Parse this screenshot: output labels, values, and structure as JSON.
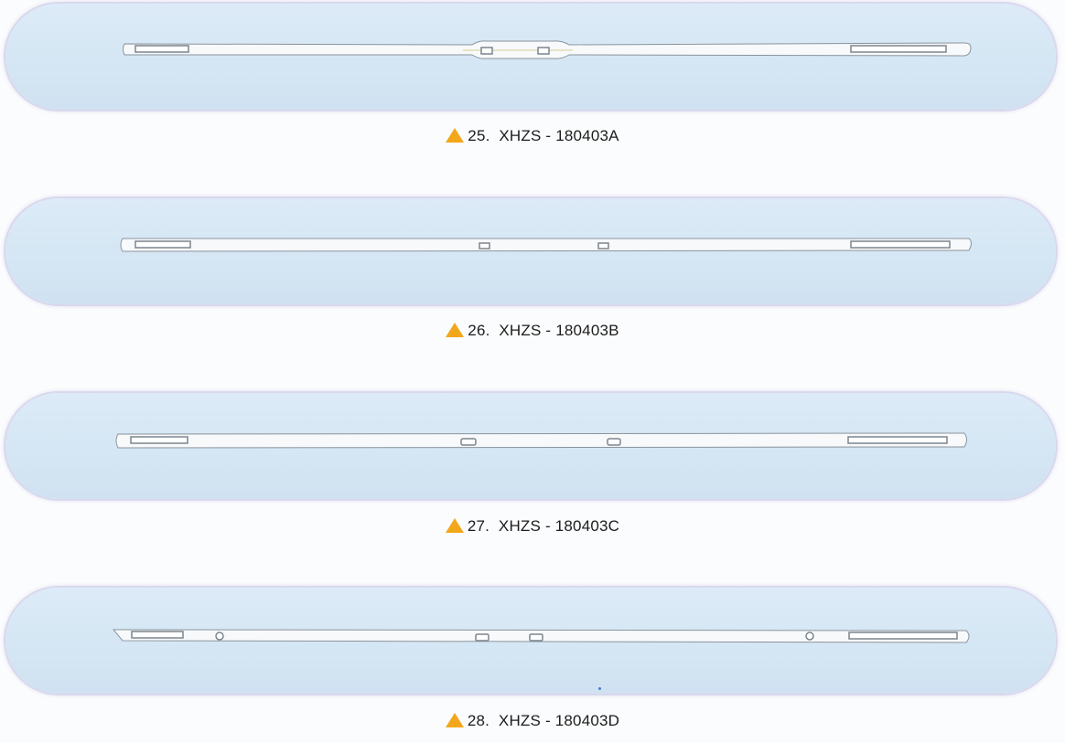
{
  "colors": {
    "background": "#fbfcfd",
    "panel_fill": "#d5e6f4",
    "panel_border": "#d9d8ee",
    "part_fill": "#f8f9fb",
    "part_outline": "#8a949c",
    "marker": "#f2a71b",
    "caption_text": "#1c1c1c"
  },
  "parts": [
    {
      "caption": "25.  XHZS - 180403A",
      "marker_icon": "orange-triangle-icon"
    },
    {
      "caption": "26.  XHZS - 180403B",
      "marker_icon": "orange-triangle-icon"
    },
    {
      "caption": "27.  XHZS - 180403C",
      "marker_icon": "orange-triangle-icon"
    },
    {
      "caption": "28.  XHZS - 180403D",
      "marker_icon": "orange-triangle-icon"
    }
  ]
}
